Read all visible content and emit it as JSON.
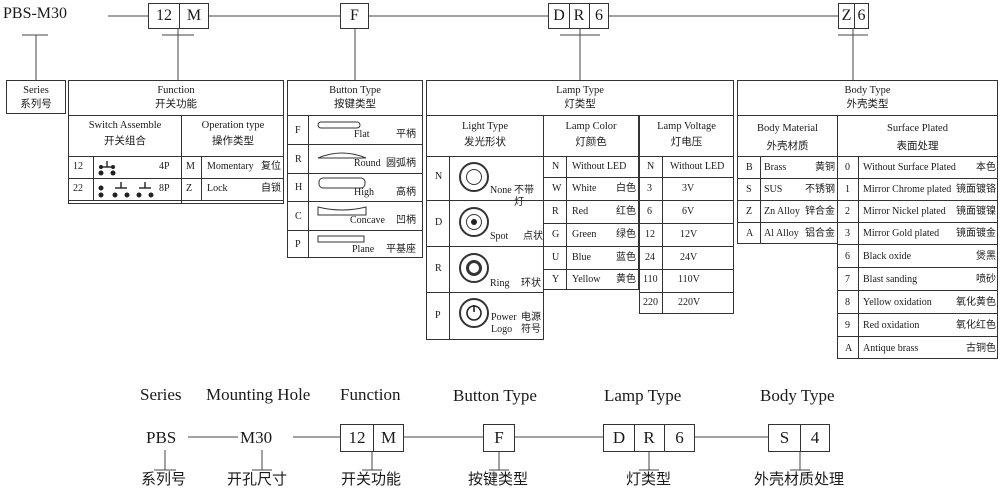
{
  "top_code": {
    "prefix": "PBS-M30",
    "function": [
      "12",
      "M"
    ],
    "button": [
      "F"
    ],
    "lamp": [
      "D",
      "R",
      "6"
    ],
    "body": [
      "Z",
      "6"
    ]
  },
  "series": {
    "en": "Series",
    "cn": "系列号"
  },
  "function": {
    "title_en": "Function",
    "title_cn": "开关功能",
    "switch_en": "Switch  Assemble",
    "switch_cn": "开关组合",
    "op_en": "Operation type",
    "op_cn": "操作类型",
    "switch_rows": [
      {
        "code": "12",
        "poles": "4P"
      },
      {
        "code": "22",
        "poles": "8P"
      }
    ],
    "op_rows": [
      {
        "code": "M",
        "en": "Momentary",
        "cn": "复位"
      },
      {
        "code": "Z",
        "en": "Lock",
        "cn": "自锁"
      }
    ]
  },
  "button_type": {
    "title_en": "Button  Type",
    "title_cn": "按键类型",
    "rows": [
      {
        "code": "F",
        "en": "Flat",
        "cn": "平柄",
        "shape": "flat-button-icon"
      },
      {
        "code": "R",
        "en": "Round",
        "cn": "圆弧柄",
        "shape": "round-button-icon"
      },
      {
        "code": "H",
        "en": "High",
        "cn": "高柄",
        "shape": "high-button-icon"
      },
      {
        "code": "C",
        "en": "Concave",
        "cn": "凹柄",
        "shape": "concave-button-icon"
      },
      {
        "code": "P",
        "en": "Plane",
        "cn": "平基座",
        "shape": "plane-button-icon"
      }
    ]
  },
  "lamp_type": {
    "title_en": "Lamp  Type",
    "title_cn": "灯类型",
    "light": {
      "title_en": "Light Type",
      "title_cn": "发光形状",
      "rows": [
        {
          "code": "N",
          "en": "None",
          "cn": "不带灯"
        },
        {
          "code": "D",
          "en": "Spot",
          "cn": "点状"
        },
        {
          "code": "R",
          "en": "Ring",
          "cn": "环状"
        },
        {
          "code": "P",
          "en": "Power",
          "cn": "电源",
          "en2": "Logo",
          "cn2": "符号"
        }
      ]
    },
    "color": {
      "title_en": "Lamp  Color",
      "title_cn": "灯颜色",
      "rows": [
        {
          "code": "N",
          "en": "Without LED",
          "cn": ""
        },
        {
          "code": "W",
          "en": "White",
          "cn": "白色"
        },
        {
          "code": "R",
          "en": "Red",
          "cn": "红色"
        },
        {
          "code": "G",
          "en": "Green",
          "cn": "绿色"
        },
        {
          "code": "U",
          "en": "Blue",
          "cn": "蓝色"
        },
        {
          "code": "Y",
          "en": "Yellow",
          "cn": "黄色"
        }
      ]
    },
    "voltage": {
      "title_en": "Lamp Voltage",
      "title_cn": "灯电压",
      "rows": [
        {
          "code": "N",
          "value": "Without LED"
        },
        {
          "code": "3",
          "value": "3V"
        },
        {
          "code": "6",
          "value": "6V"
        },
        {
          "code": "12",
          "value": "12V"
        },
        {
          "code": "24",
          "value": "24V"
        },
        {
          "code": "110",
          "value": "110V"
        },
        {
          "code": "220",
          "value": "220V"
        }
      ]
    }
  },
  "body_type": {
    "title_en": "Body Type",
    "title_cn": "外壳类型",
    "material": {
      "title_en": "Body Material",
      "title_cn": "外壳材质",
      "rows": [
        {
          "code": "B",
          "en": "Brass",
          "cn": "黄铜"
        },
        {
          "code": "S",
          "en": "SUS",
          "cn": "不锈钢"
        },
        {
          "code": "Z",
          "en": "Zn Alloy",
          "cn": "锌合金"
        },
        {
          "code": "A",
          "en": "Al Alloy",
          "cn": "铝合金"
        }
      ]
    },
    "surface": {
      "title_en": "Surface  Plated",
      "title_cn": "表面处理",
      "rows": [
        {
          "code": "0",
          "en": "Without Surface Plated",
          "cn": "本色"
        },
        {
          "code": "1",
          "en": "Mirror Chrome plated",
          "cn": "镜面镀铬"
        },
        {
          "code": "2",
          "en": "Mirror Nickel plated",
          "cn": "镜面镀镍"
        },
        {
          "code": "3",
          "en": "Mirror Gold plated",
          "cn": "镜面镀金"
        },
        {
          "code": "6",
          "en": "Black oxide",
          "cn": "煲黑"
        },
        {
          "code": "7",
          "en": "Blast sanding",
          "cn": "喷砂"
        },
        {
          "code": "8",
          "en": "Yellow oxidation",
          "cn": "氧化黄色"
        },
        {
          "code": "9",
          "en": "Red oxidation",
          "cn": "氧化红色"
        },
        {
          "code": "A",
          "en": "Antique brass",
          "cn": "古铜色"
        }
      ]
    }
  },
  "bottom": {
    "headers": [
      "Series",
      "Mounting Hole",
      "Function",
      "Button  Type",
      "Lamp  Type",
      "Body Type"
    ],
    "series_code": "PBS",
    "hole_code": "M30",
    "function": [
      "12",
      "M"
    ],
    "button": [
      "F"
    ],
    "lamp": [
      "D",
      "R",
      "6"
    ],
    "body": [
      "S",
      "4"
    ],
    "captions": [
      "系列号",
      "开孔尺寸",
      "开关功能",
      "按键类型",
      "灯类型",
      "外壳材质处理"
    ]
  }
}
